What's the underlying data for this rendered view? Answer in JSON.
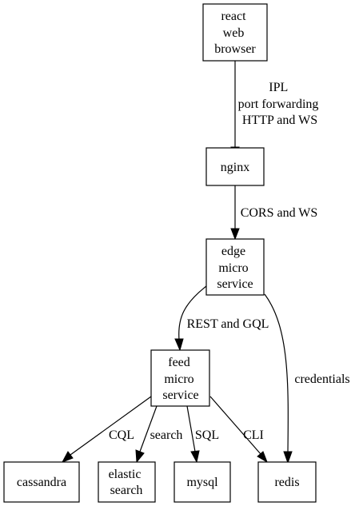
{
  "nodes": {
    "react_web_browser": {
      "lines": [
        "react",
        "web",
        "browser"
      ]
    },
    "nginx": {
      "lines": [
        "nginx"
      ]
    },
    "edge_micro_service": {
      "lines": [
        "edge",
        "micro",
        "service"
      ]
    },
    "feed_micro_service": {
      "lines": [
        "feed",
        "micro",
        "service"
      ]
    },
    "cassandra": {
      "lines": [
        "cassandra"
      ]
    },
    "elastic_search": {
      "lines": [
        "elastic",
        "search"
      ]
    },
    "mysql": {
      "lines": [
        "mysql"
      ]
    },
    "redis": {
      "lines": [
        "redis"
      ]
    }
  },
  "edges": {
    "browser_to_nginx": {
      "lines": [
        "IPL",
        "port forwarding",
        "HTTP and WS"
      ]
    },
    "nginx_to_edge": {
      "lines": [
        "CORS and WS"
      ]
    },
    "edge_to_feed": {
      "lines": [
        "REST and GQL"
      ]
    },
    "edge_to_redis": {
      "lines": [
        "credentials"
      ]
    },
    "feed_to_cassandra": {
      "lines": [
        "CQL"
      ]
    },
    "feed_to_elastic": {
      "lines": [
        "search"
      ]
    },
    "feed_to_mysql": {
      "lines": [
        "SQL"
      ]
    },
    "feed_to_redis": {
      "lines": [
        "CLI"
      ]
    }
  }
}
